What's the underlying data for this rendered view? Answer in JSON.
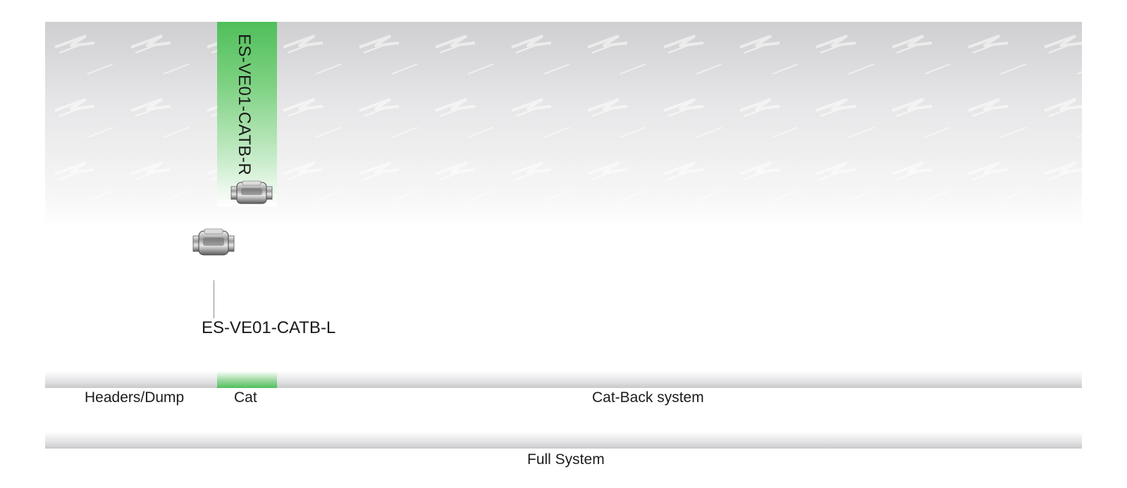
{
  "parts": {
    "right": "ES-VE01-CATB-R",
    "left": "ES-VE01-CATB-L"
  },
  "sections": {
    "headers": "Headers/Dump",
    "cat": "Cat",
    "catback": "Cat-Back system",
    "full": "Full System"
  },
  "icons": {
    "converter": "catalytic-converter-icon"
  },
  "colors": {
    "highlight": "#4fbf5a",
    "bar": "#c9c9cb"
  }
}
